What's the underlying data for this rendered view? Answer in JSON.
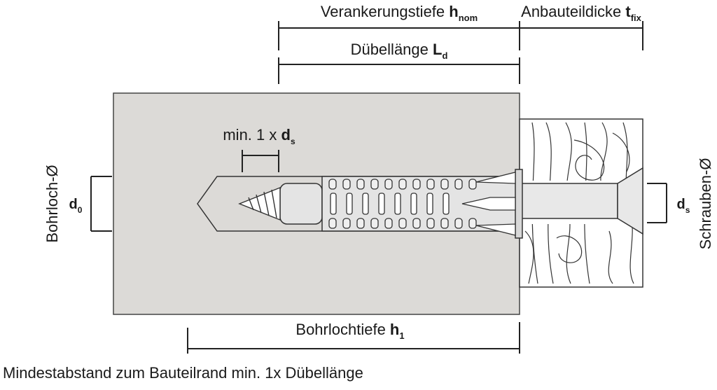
{
  "labels": {
    "anchorage_depth": "Verankerungstiefe ",
    "anchorage_symbol": "h",
    "anchorage_sub": "nom",
    "part_thickness": "Anbauteildicke ",
    "part_symbol": "t",
    "part_sub": "fix",
    "plug_length": "Dübellänge ",
    "plug_symbol": "L",
    "plug_sub": "d",
    "min_spacing": "min. 1 x ",
    "min_symbol": "d",
    "min_sub": "s",
    "drill_diameter": "Bohrloch-Ø",
    "drill_symbol": "d",
    "drill_sub": "0",
    "screw_diameter": "Schrauben-Ø",
    "screw_symbol": "d",
    "screw_sub": "s",
    "drill_depth": "Bohrlochtiefe ",
    "drill_depth_symbol": "h",
    "drill_depth_sub": "1"
  },
  "footer_note": "Mindestabstand zum Bauteilrand min. 1x Dübellänge",
  "colors": {
    "base_material": "#dcdad7",
    "wood": "#ffffff",
    "line": "#222222"
  }
}
